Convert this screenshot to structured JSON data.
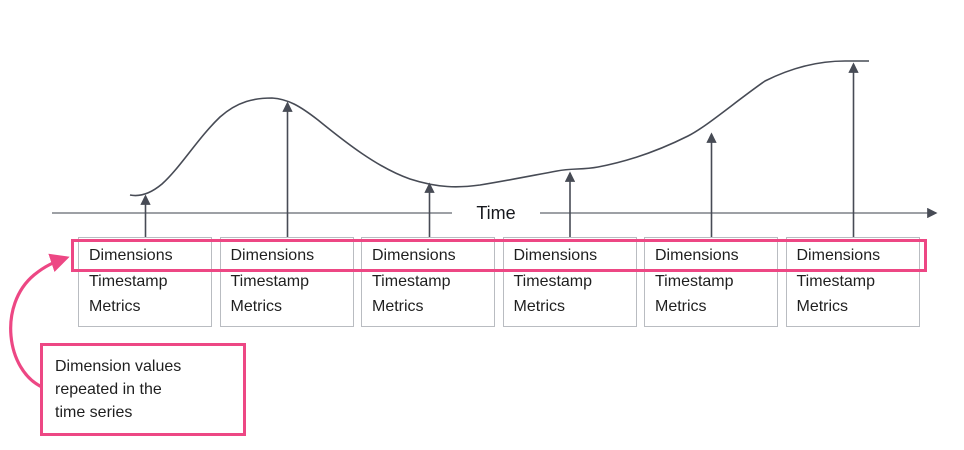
{
  "colors": {
    "accent_pink": "#ed4784",
    "diagram_line": "#474b55",
    "axis_line": "#7d8087",
    "card_border": "#b9bcc1",
    "text": "#1f1f1f"
  },
  "axis": {
    "label": "Time"
  },
  "records": [
    {
      "dimensions": "Dimensions",
      "timestamp": "Timestamp",
      "metrics": "Metrics"
    },
    {
      "dimensions": "Dimensions",
      "timestamp": "Timestamp",
      "metrics": "Metrics"
    },
    {
      "dimensions": "Dimensions",
      "timestamp": "Timestamp",
      "metrics": "Metrics"
    },
    {
      "dimensions": "Dimensions",
      "timestamp": "Timestamp",
      "metrics": "Metrics"
    },
    {
      "dimensions": "Dimensions",
      "timestamp": "Timestamp",
      "metrics": "Metrics"
    },
    {
      "dimensions": "Dimensions",
      "timestamp": "Timestamp",
      "metrics": "Metrics"
    }
  ],
  "annotation": {
    "lines": [
      "Dimension values",
      "repeated in the",
      "time series"
    ]
  }
}
